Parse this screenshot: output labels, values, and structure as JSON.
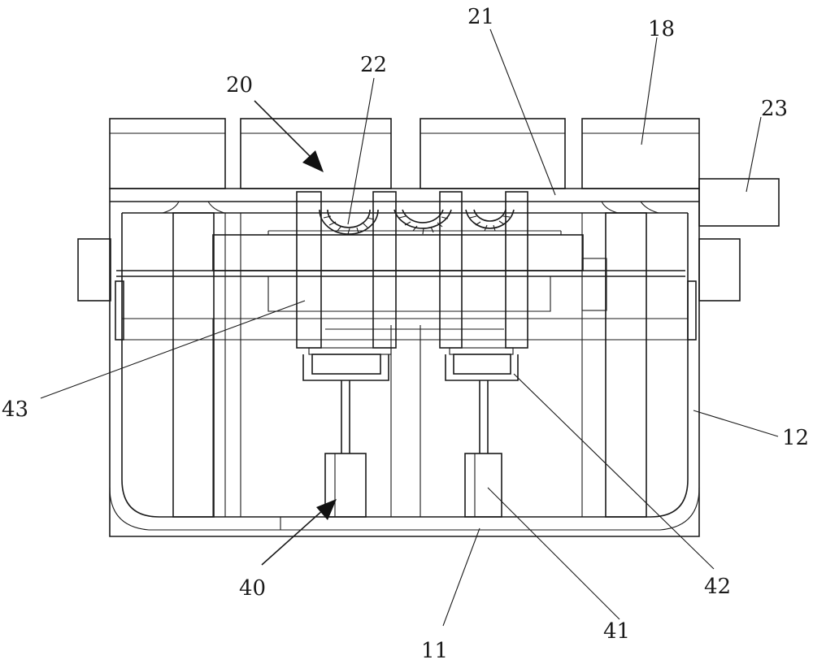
{
  "figure": {
    "labels": {
      "l20": "20",
      "l22": "22",
      "l21": "21",
      "l18": "18",
      "l23": "23",
      "l43": "43",
      "l12": "12",
      "l40": "40",
      "l42": "42",
      "l11": "11",
      "l41": "41"
    }
  }
}
